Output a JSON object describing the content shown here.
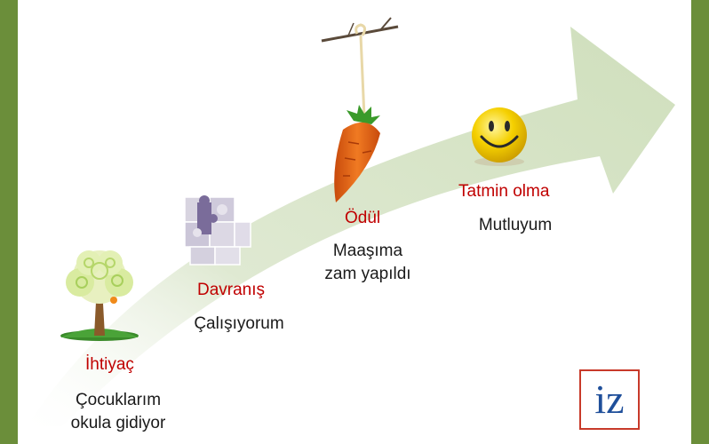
{
  "stages": [
    {
      "title": "İhtiyaç",
      "text_lines": [
        "Çocuklarım",
        "okula gidiyor"
      ],
      "icon": "tree-icon"
    },
    {
      "title": "Davranış",
      "text_lines": [
        "Çalışıyorum"
      ],
      "icon": "puzzle-icon"
    },
    {
      "title": "Ödül",
      "text_lines": [
        "Maaşıma",
        "zam yapıldı"
      ],
      "icon": "carrot-on-stick-icon"
    },
    {
      "title": "Tatmin olma",
      "text_lines": [
        "Mutluyum"
      ],
      "icon": "smiley-icon"
    }
  ],
  "logo": {
    "text": "iz"
  },
  "colors": {
    "border": "#6b8e3a",
    "arrow": "#d6e4c6",
    "title": "#c00000",
    "text": "#1a1a1a",
    "logo_red": "#c83a2a",
    "logo_blue": "#1f4f9a"
  }
}
